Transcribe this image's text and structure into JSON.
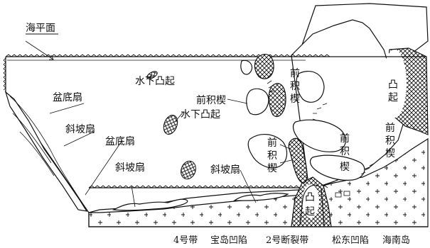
{
  "labels": {
    "sea_level": "海平面",
    "basin_floor_fan_1": "盆底扇",
    "basin_floor_fan_2": "盆底扇",
    "slope_fan_1": "斜坡扇",
    "slope_fan_2": "斜坡扇",
    "slope_fan_3": "斜坡扇",
    "underwater_uplift_1": "水下凸起",
    "underwater_uplift_2": "水下凸起",
    "prograding_wedge_1": "前积楔",
    "prograding_wedge_v1": [
      "前",
      "积",
      "楔"
    ],
    "prograding_wedge_v2": [
      "前",
      "积",
      "楔"
    ],
    "prograding_wedge_v3": [
      "前",
      "积",
      "楔"
    ],
    "prograding_wedge_v4": [
      "前",
      "积",
      "楔"
    ],
    "uplift_right": [
      "凸",
      "起"
    ],
    "uplift_bottom": [
      "凸",
      "起"
    ]
  },
  "bottom_axis": {
    "zone4": "4号带",
    "baodao_sag": "宝岛凹陷",
    "fault_zone2": "2号断裂带",
    "songdong_sag": "松东凹陷",
    "hainan_island": "海南岛"
  }
}
